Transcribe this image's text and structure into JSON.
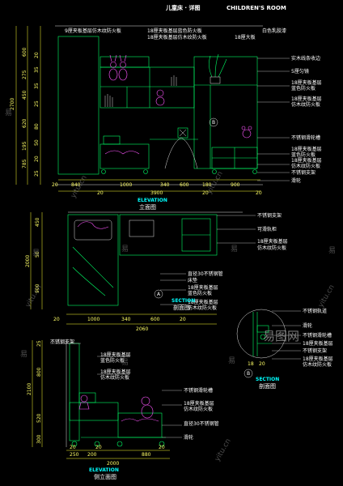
{
  "header": {
    "title": "儿童床 · 详图",
    "title_en": "CHILDREN'S    ROOM"
  },
  "elevation1": {
    "caption": "ELEVATION",
    "caption_cn": "立面图",
    "top_labels": [
      "9厘夹板基层仿木纹防火板",
      "18厘夹板基层蓝色防火板",
      "18厘夹板基层仿木纹防火板",
      "18厘大板",
      "白色乳胶漆"
    ],
    "right_labels": [
      "实木线条收边",
      "5厘匀镜",
      "18厘夹板基层",
      "蓝色防火板",
      "18厘夹板基层",
      "仿木纹防火板",
      "不锈钢滑轮槽",
      "18厘夹板基层",
      "蓝色防火板",
      "18厘夹板基层",
      "仿木纹防火板",
      "不锈钢支架",
      "滑轮"
    ],
    "left_dims_outer": [
      "2700"
    ],
    "left_dims": [
      "600",
      "275",
      "450",
      "25",
      "620",
      "195",
      "785",
      "25",
      "50",
      "80"
    ],
    "left_dims_small": [
      "35",
      "35",
      "20",
      "20"
    ],
    "bottom_dims": [
      "840",
      "20",
      "1000",
      "340",
      "600",
      "180",
      "900",
      "20"
    ],
    "bottom_dims_small": [
      "20",
      "20"
    ],
    "total_dim": "3900",
    "marker": "B"
  },
  "section_a": {
    "caption": "SECTION",
    "caption_cn": "剖面图",
    "marker": "A",
    "labels": [
      "不锈钢支架",
      "可滑轨柜",
      "18厘夹板基层",
      "仿木纹防火板",
      "直径30不锈钢管",
      "床垫",
      "18厘夹板基层",
      "蓝色防火板",
      "18厘夹板基层",
      "仿木纹防火板"
    ],
    "left_dims": [
      "450",
      "2000",
      "50",
      "900"
    ],
    "bottom_dims": [
      "20",
      "1000",
      "340",
      "600",
      "20"
    ],
    "total_dim": "2060"
  },
  "section_b": {
    "caption": "SECTION",
    "caption_cn": "剖面图",
    "marker": "B",
    "labels": [
      "不锈钢轨道",
      "滑轮",
      "不锈钢滑轮槽",
      "18厘夹板基层",
      "不锈钢支架",
      "18厘夹板基层",
      "仿木纹防火板"
    ],
    "dims": [
      "18",
      "20"
    ]
  },
  "elevation2": {
    "caption": "ELEVATION",
    "caption_cn": "侧立面图",
    "labels": [
      "不锈钢支架",
      "18厘夹板基层",
      "蓝色防火板",
      "18厘夹板基层",
      "仿木纹防火板",
      "不锈钢滑轮槽",
      "18厘夹板基层",
      "仿木纹防火板",
      "直径30不锈钢管",
      "滑轮"
    ],
    "left_dims": [
      "2100",
      "25",
      "800",
      "520",
      "300"
    ],
    "bottom_dims": [
      "250",
      "200",
      "880"
    ],
    "total_dim": "2000",
    "small_dims": [
      "20",
      "20",
      "20"
    ]
  },
  "watermarks": {
    "text_cn": "易",
    "text_url": "yitu.cn",
    "logo": "易图网"
  },
  "colors": {
    "background": "#000000",
    "drawing_green": "#00ff66",
    "dimension_yellow": "#ffff66",
    "caption_cyan": "#00ffff"
  }
}
